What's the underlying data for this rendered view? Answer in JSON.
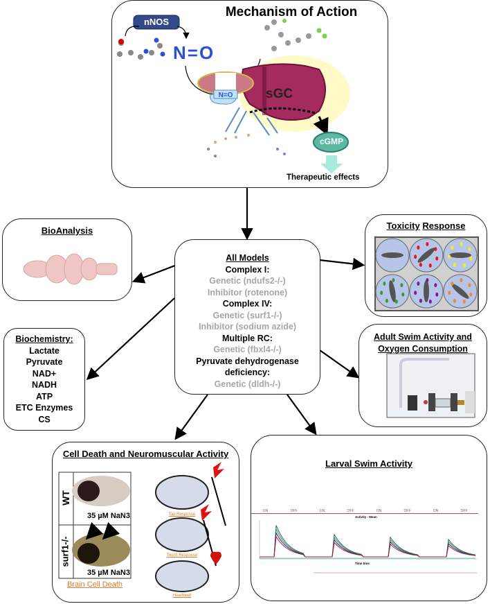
{
  "mechanism": {
    "title": "Mechanism of Action",
    "nnos": "nNOS",
    "no_label": "N=O",
    "sgc": "sGC",
    "cgmp": "cGMP",
    "effects": "Therapeutic effects"
  },
  "bioanalysis": {
    "title": "BioAnalysis"
  },
  "center": {
    "title": "All Models",
    "lines": [
      {
        "text": "Complex I:",
        "style": "black"
      },
      {
        "text": "Genetic (ndufs2-/-)",
        "style": "grey"
      },
      {
        "text": "Inhibitor (rotenone)",
        "style": "grey"
      },
      {
        "text": "Complex IV:",
        "style": "black"
      },
      {
        "text": "Genetic (surf1-/-)",
        "style": "grey"
      },
      {
        "text": "Inhibitor (sodium azide)",
        "style": "grey"
      },
      {
        "text": "Multiple RC:",
        "style": "black"
      },
      {
        "text": "Genetic (fbxl4-/-)",
        "style": "grey"
      },
      {
        "text": "Pyruvate dehydrogenase",
        "style": "black"
      },
      {
        "text": "deficiency:",
        "style": "black"
      },
      {
        "text": "Genetic (dldh-/-)",
        "style": "grey"
      }
    ]
  },
  "toxicity": {
    "title_a": "Toxicity",
    "title_b": "Response",
    "dot_colors": [
      "#e8141b",
      "#f5ee1c",
      "#3a9a2e",
      "#7a1e8c",
      "#f08a2e"
    ]
  },
  "biochemistry": {
    "title": "Biochemistry:",
    "items": [
      "Lactate",
      "Pyruvate",
      "NAD+",
      "NADH",
      "ATP",
      "ETC Enzymes",
      "CS"
    ]
  },
  "adult": {
    "title_1": "Adult Swim Activity and",
    "title_2": "Oxygen Consumption"
  },
  "celldeath": {
    "title": "Cell Death and Neuromuscular Activity",
    "row_wt": "WT",
    "row_mut": "surf1-/-",
    "dose": "35 µM NaN3",
    "brain_cell_death": "Brain Cell Death",
    "tap": "Tap Response",
    "touch": "Touch Response",
    "heartbeat": "Heartbeat"
  },
  "larval": {
    "title": "Larval Swim Activity",
    "phases": [
      "ON",
      "OFF",
      "ON",
      "OFF",
      "ON",
      "OFF",
      "ON",
      "OFF"
    ],
    "chart_title": "Activity - Mean",
    "xlabel": "Time bins"
  }
}
